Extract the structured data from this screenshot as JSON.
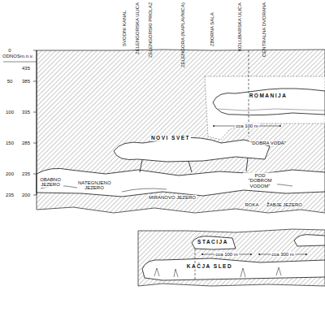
{
  "diagram": {
    "labels": [
      "ODNOS",
      "m.n.v.",
      "0",
      "50",
      "100",
      "150",
      "200",
      "235",
      "435",
      "385",
      "335",
      "285",
      "235",
      "200",
      "SVODNI KANAL",
      "ZELENGORSKA ULICA",
      "ZELENGORSKI PROLAZ",
      "ZELENGORA (NAPLAVNICA)",
      "ZBORNA SALA",
      "KOLUBARSKA ULICA",
      "CENTRALNA DVORANA",
      "ROMANIJA",
      "cca 100 m",
      "NOVI SVET",
      "\"DOBRA VODA\"",
      "OBABNO JEZERO",
      "NATEGNJENO JEZERO",
      "MIRANOVO JEZERO",
      "POD \"DOBROM VODOM\"",
      "ROKA",
      "ŽABJE JEZERO",
      "STACIJA",
      "cca 100 m",
      "KAČJA SLED",
      "cca 300 m"
    ]
  }
}
